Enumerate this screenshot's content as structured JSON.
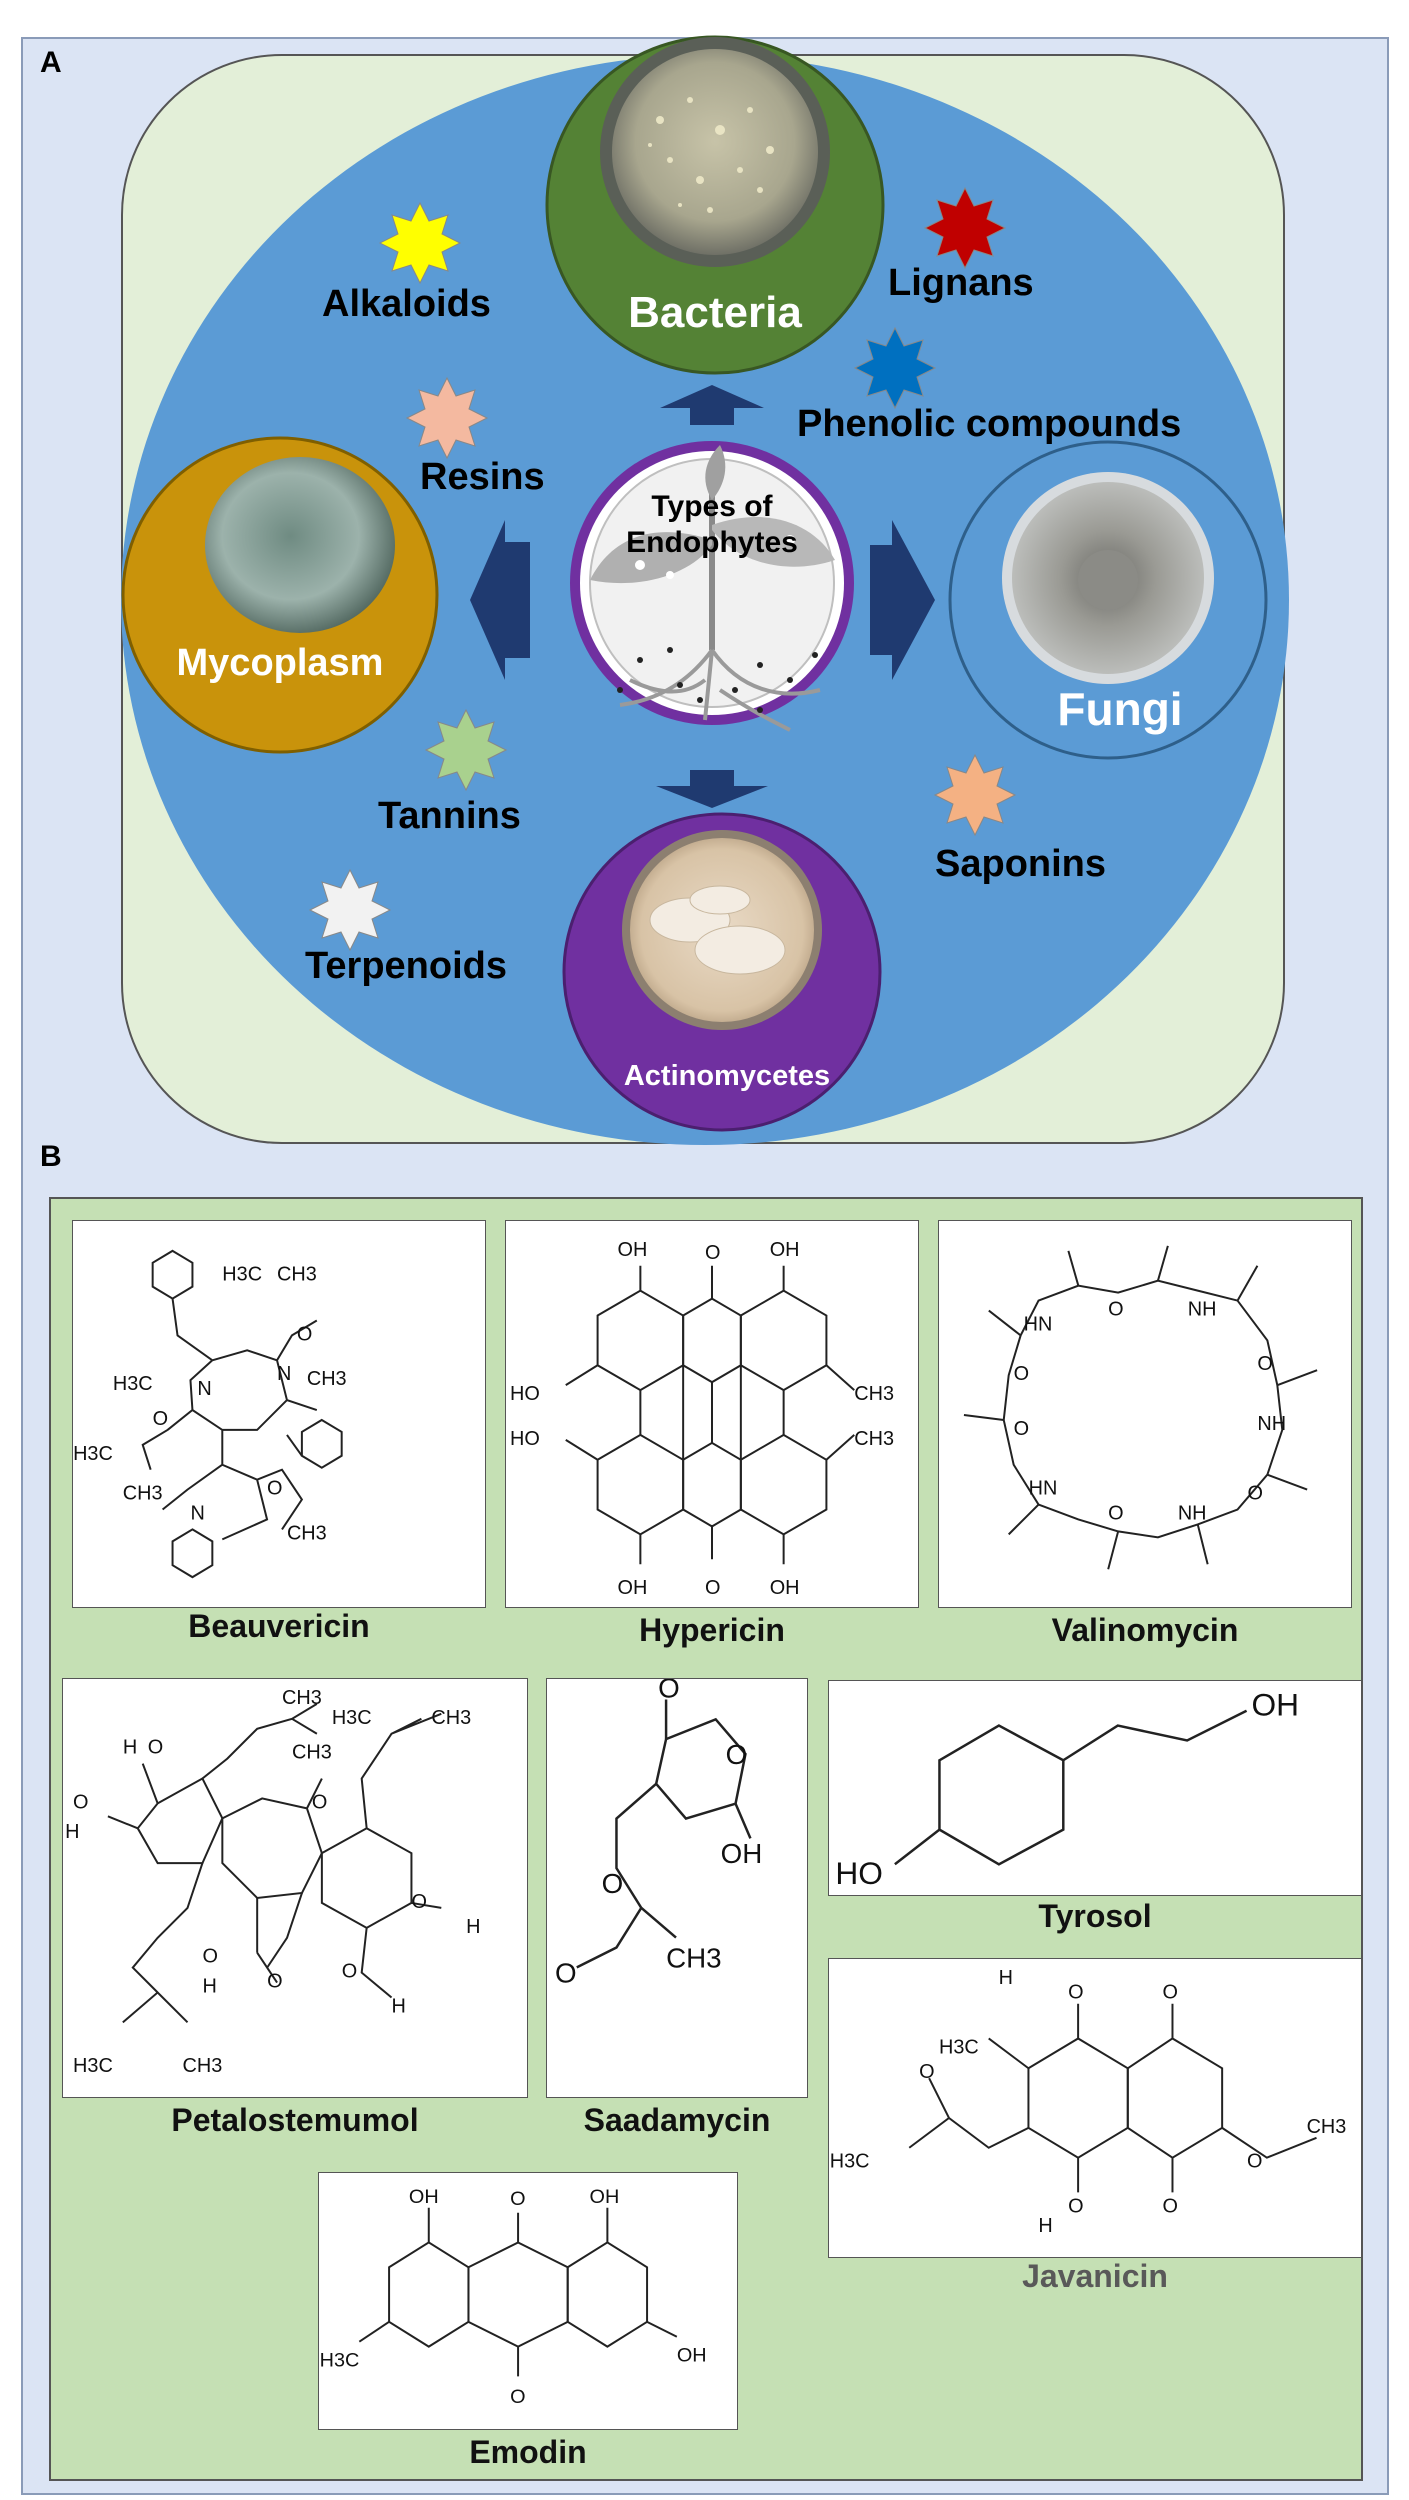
{
  "panels": {
    "a": "A",
    "b": "B"
  },
  "panel_a": {
    "center": {
      "line1": "Types of",
      "line2": "Endophytes"
    },
    "organisms": {
      "bacteria": "Bacteria",
      "fungi": "Fungi",
      "mycoplasm": "Mycoplasm",
      "actinomycetes": "Actinomycetes"
    },
    "compounds": {
      "alkaloids": "Alkaloids",
      "lignans": "Lignans",
      "resins": "Resins",
      "phenolic": "Phenolic compounds",
      "tannins": "Tannins",
      "saponins": "Saponins",
      "terpenoids": "Terpenoids"
    },
    "colors": {
      "outer_bg": "#dbe4f4",
      "panel_bg": "#e3efd8",
      "blue_oval": "#5b9bd5",
      "bacteria": "#548235",
      "fungi": "#5b9bd5",
      "mycoplasm": "#c9930b",
      "actinomycetes": "#7030a0",
      "arrow": "#1f3a70",
      "star_yellow": "#ffff00",
      "star_red": "#c00000",
      "star_blue": "#0070c0",
      "star_peach": "#f4b9a0",
      "star_green": "#a9d18e",
      "star_orange": "#f4b183",
      "star_white": "#f2f2f2"
    }
  },
  "panel_b": {
    "compounds": {
      "beauvericin": "Beauvericin",
      "hypericin": "Hypericin",
      "valinomycin": "Valinomycin",
      "petalostemumol": "Petalostemumol",
      "saadamycin": "Saadamycin",
      "tyrosol": "Tyrosol",
      "javanicin": "Javanicin",
      "emodin": "Emodin"
    },
    "atoms": {
      "oh": "OH",
      "ho": "HO",
      "o": "O",
      "h": "H",
      "ch3": "CH3",
      "h3c": "H3C",
      "nh": "NH",
      "hn": "HN",
      "n": "N"
    },
    "colors": {
      "panel_bg": "#c5e0b4",
      "box_border": "#555555"
    }
  }
}
